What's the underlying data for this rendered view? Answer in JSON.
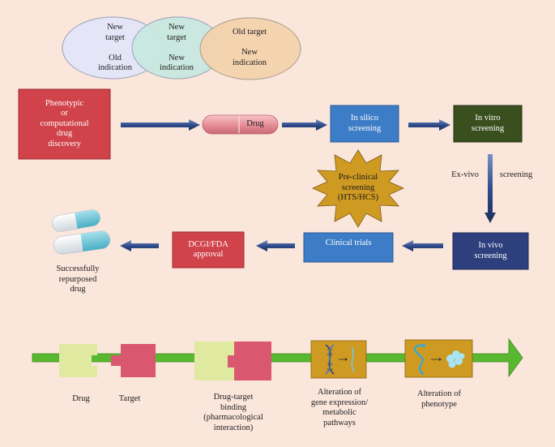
{
  "venn": {
    "left": "New\ntarget\n\nOld\nindication",
    "middle": "New\ntarget\n\nNew\nindication",
    "right": "Old target\n\nNew\nindication"
  },
  "flow": {
    "discovery": "Phenotypic\nor\ncomputational\ndrug\ndiscovery",
    "drug": "Drug",
    "in_silico": "In silico\nscreening",
    "in_vitro": "In vitro\nscreening",
    "ex_vivo": "Ex-vivo",
    "screening": "screening",
    "preclinical": "Pre-clinical\nscreening\n(HTS/HCS)",
    "in_vivo": "In vivo\nscreening",
    "clinical": "Clinical trials",
    "approval": "DCGI/FDA\napproval",
    "result": "Successfully\nrepurposed\ndrug"
  },
  "mechanism": {
    "drug": "Drug",
    "target": "Target",
    "binding": "Drug-target\nbinding\n(pharmacological\ninteraction)",
    "gene": "Alteration of\ngene expression/\nmetabolic\npathways",
    "phenotype": "Alteration of\nphenotype"
  },
  "colors": {
    "background": "#fbe6dc",
    "red_box": "#d0434a",
    "blue_box": "#3d7cc6",
    "dark_green_box": "#3a4f1e",
    "navy_box": "#2e3f7e",
    "starburst": "#cf9a22",
    "green_arrow": "#58b830",
    "arrow_blue": "#2f4c8c"
  }
}
